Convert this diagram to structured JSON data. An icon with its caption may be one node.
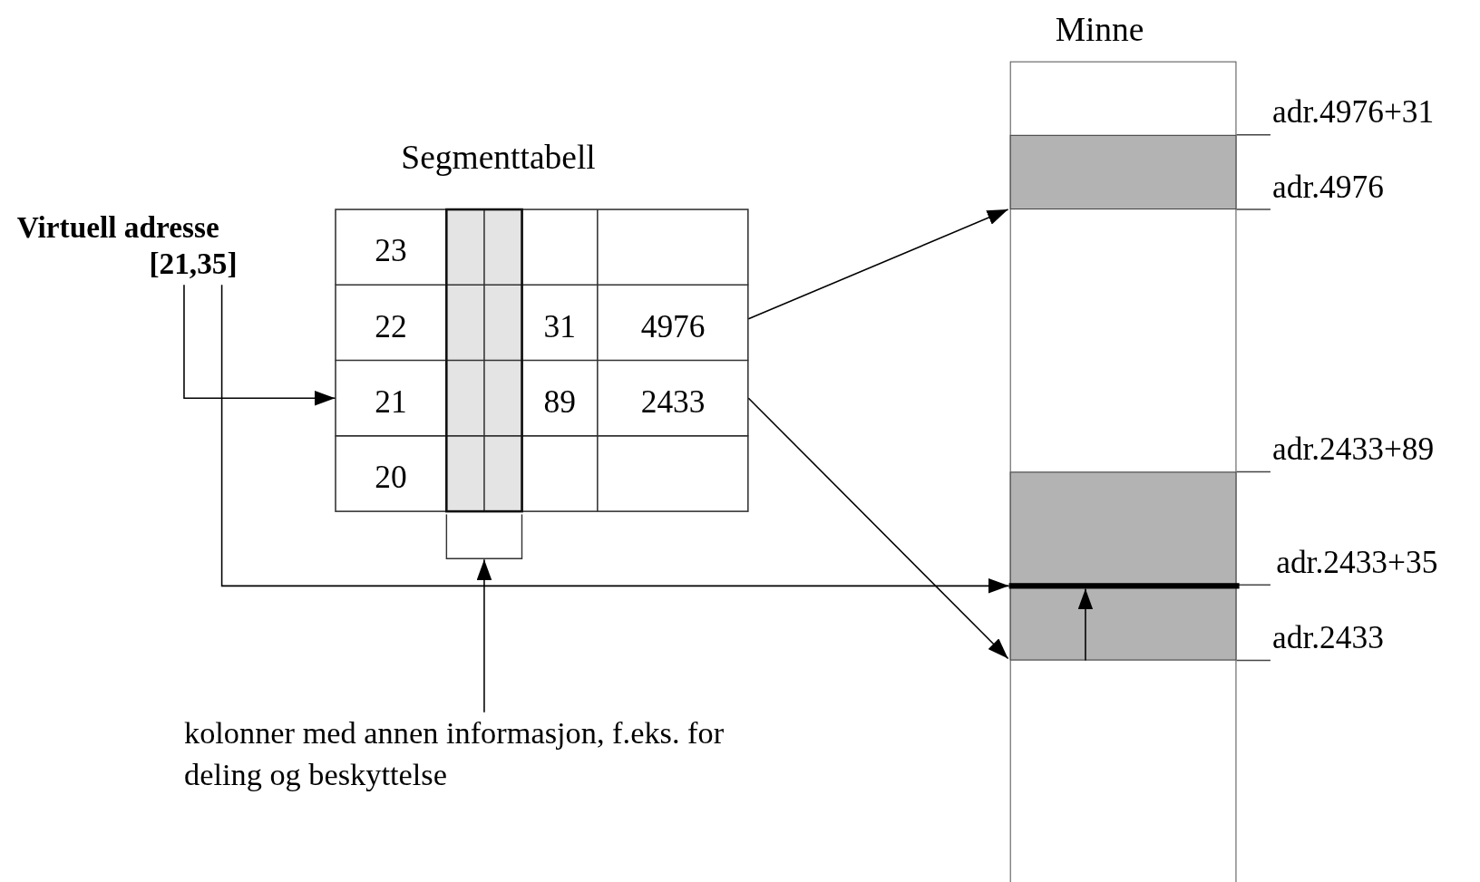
{
  "diagram": {
    "nodes": [
      {
        "text": [
          "Virtuell adresse",
          "[21,35]"
        ]
      },
      {
        "text": [
          "Segmenttabell"
        ]
      },
      {
        "text": [
          "23"
        ],
        "in": 1
      },
      {
        "text": [
          "22"
        ],
        "in": 1
      },
      {
        "text": [
          "31"
        ],
        "in": 1
      },
      {
        "text": [
          "4976"
        ],
        "in": 1
      },
      {
        "text": [
          "21"
        ],
        "in": 1
      },
      {
        "text": [
          "89"
        ],
        "in": 1
      },
      {
        "text": [
          "2433"
        ],
        "in": 1
      },
      {
        "text": [
          "20"
        ],
        "in": 1
      },
      {
        "text": [],
        "shape": "bracket"
      },
      {
        "text": [
          "kolonner med annen informasjon, f.eks. for deling og beskyttelse"
        ]
      },
      {
        "text": [
          "Minne"
        ]
      },
      {
        "text": [],
        "shape": "box",
        "in": 12
      },
      {
        "text": [],
        "shape": "box",
        "in": 12
      },
      {
        "text": [],
        "shape": "bar",
        "in": 14
      }
    ],
    "edges": [
      {
        "from": 0,
        "to": 6,
        "arrow": "to"
      },
      {
        "from": 0,
        "to": 15,
        "arrow": "to"
      },
      {
        "from": 5,
        "to": 13,
        "arrow": "to"
      },
      {
        "from": 8,
        "to": 14,
        "arrow": "to"
      },
      {
        "from": 11,
        "to": 10,
        "arrow": "to"
      },
      {
        "from": null,
        "to": 15,
        "arrow": "to"
      }
    ],
    "labels": [
      "adr.4976+31",
      "adr.4976",
      "adr.2433+89",
      "adr.2433+35",
      "adr.2433"
    ]
  }
}
